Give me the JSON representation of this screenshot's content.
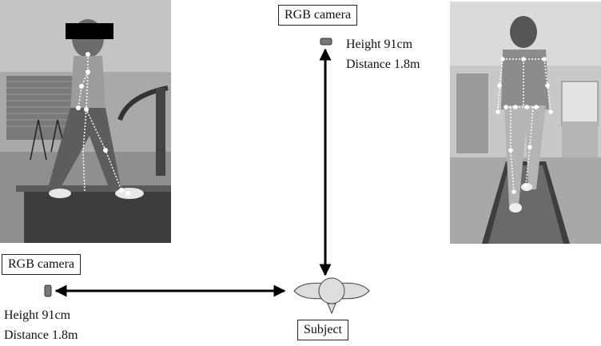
{
  "side_view": {
    "photo_icon": "person-walking-treadmill-side-view",
    "redaction_color": "#000000"
  },
  "front_view": {
    "photo_icon": "person-walking-treadmill-front-view"
  },
  "overhead_camera": {
    "label": "RGB camera",
    "height": "Height 91cm",
    "distance": "Distance 1.8m",
    "icon": "camera-icon"
  },
  "side_camera": {
    "label": "RGB camera",
    "height": "Height 91cm",
    "distance": "Distance 1.8m",
    "icon": "camera-icon"
  },
  "subject": {
    "label": "Subject",
    "icon": "subject-top-view-icon"
  },
  "colors": {
    "skeleton": "#ffffff",
    "camera_fill": "#777777",
    "arrow": "#000000",
    "subject_fill": "#dddddd"
  }
}
